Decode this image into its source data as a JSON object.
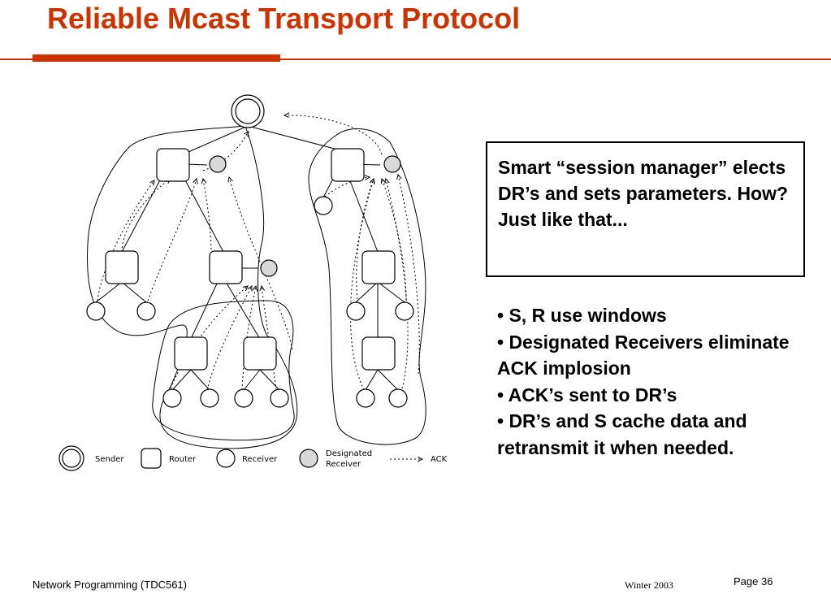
{
  "slide": {
    "title": "Reliable Mcast Transport Protocol"
  },
  "callout": {
    "text": "Smart “session manager” elects DR’s and sets parameters. How? Just like that..."
  },
  "bullets": [
    "• S, R use windows",
    "• Designated Receivers eliminate ACK implosion",
    "• ACK’s sent to DR’s",
    "• DR’s and S cache data and retransmit it when needed."
  ],
  "legend": {
    "sender": "Sender",
    "router": "Router",
    "receiver": "Receiver",
    "dr_line1": "Designated",
    "dr_line2": "Receiver",
    "ack": "ACK"
  },
  "footer": {
    "course": "Network Programming (TDC561)",
    "term": "Winter  2003",
    "page": "Page 36"
  },
  "colors": {
    "accent": "#cc3300",
    "designated_receiver_fill": "#d9d9d9"
  }
}
